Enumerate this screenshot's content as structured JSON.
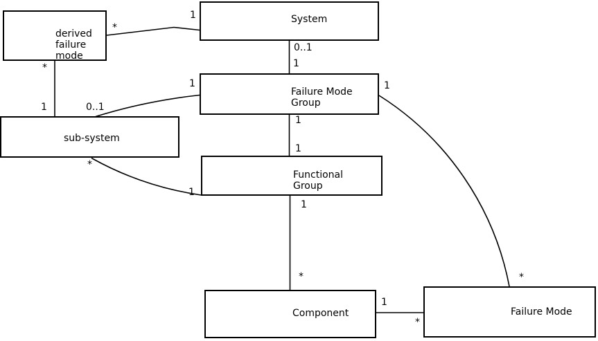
{
  "diagram": {
    "type": "uml-class-diagram",
    "colors": {
      "background": "#ffffff",
      "line": "#000000",
      "node_fill": "#ffffff",
      "text": "#000000"
    }
  },
  "nodes": {
    "derived_failure_mode": {
      "label": "derived\nfailure\nmode"
    },
    "system": {
      "label": "System"
    },
    "failure_mode_group": {
      "label": "Failure Mode\nGroup"
    },
    "sub_system": {
      "label": "sub-system"
    },
    "functional_group": {
      "label": "Functional\nGroup"
    },
    "component": {
      "label": "Component"
    },
    "failure_mode": {
      "label": "Failure Mode"
    }
  },
  "relations": {
    "dfm_to_system": {
      "from": "derived failure mode",
      "to": "System",
      "from_mult": "*",
      "to_mult": "1"
    },
    "dfm_to_subsystem": {
      "from": "derived failure mode",
      "to": "sub-system",
      "from_mult": "*",
      "to_mult": "1"
    },
    "subsystem_to_fmg": {
      "from": "sub-system",
      "to": "Failure Mode Group",
      "from_mult": "0..1",
      "to_mult": "1"
    },
    "system_to_fmg": {
      "from": "System",
      "to": "Failure Mode Group",
      "from_mult": "0..1",
      "to_mult": "1"
    },
    "fmg_to_fg": {
      "from": "Failure Mode Group",
      "to": "Functional Group",
      "from_mult": "1",
      "to_mult": "1"
    },
    "fg_to_component": {
      "from": "Functional Group",
      "to": "Component",
      "from_mult": "1",
      "to_mult": "*"
    },
    "subsystem_to_fg": {
      "from": "sub-system",
      "to": "Functional Group",
      "from_mult": "*",
      "to_mult": "1"
    },
    "fmg_to_failure_mode": {
      "from": "Failure Mode Group",
      "to": "Failure Mode",
      "from_mult": "1",
      "to_mult": "*"
    },
    "component_to_failure_mode": {
      "from": "Component",
      "to": "Failure Mode",
      "from_mult": "1",
      "to_mult": "*"
    }
  }
}
